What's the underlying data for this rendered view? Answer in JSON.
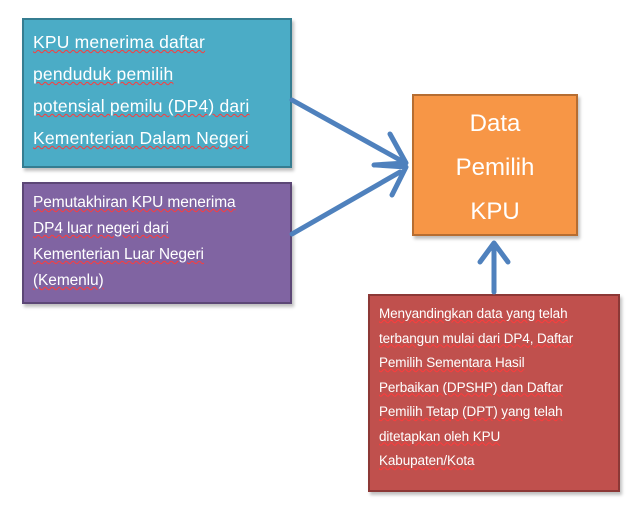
{
  "nodes": {
    "kemendagri": {
      "text": "KPU menerima daftar\npenduduk pemilih\npotensial pemilu (DP4) dari\nKementerian Dalam Negeri",
      "color": "#4bacc6"
    },
    "kemenlu": {
      "text": "Pemutakhiran KPU menerima\nDP4 luar negeri dari\nKementerian Luar Negeri\n(Kemenlu)",
      "color": "#8064a2"
    },
    "kpu": {
      "text": "Data\nPemilih\nKPU",
      "color": "#f79646"
    },
    "process": {
      "text": "Menyandingkan data yang  telah\nterbangun mulai dari DP4, Daftar\nPemilih Sementara Hasil\nPerbaikan (DPSHP) dan Daftar\nPemilih Tetap (DPT) yang telah\nditetapkan oleh KPU\nKabupaten/Kota",
      "color": "#c0504d"
    }
  },
  "edges": [
    {
      "from": "kemendagri",
      "to": "kpu"
    },
    {
      "from": "kemenlu",
      "to": "kpu"
    },
    {
      "from": "process",
      "to": "kpu"
    }
  ],
  "arrow_color": "#4f81bd"
}
